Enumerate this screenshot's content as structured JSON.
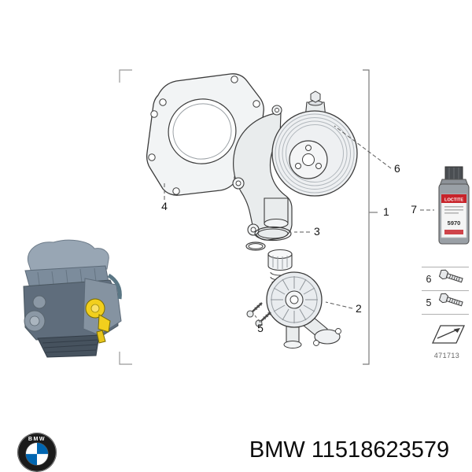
{
  "footer": {
    "brand": "BMW",
    "part_number": "11518623579",
    "logo_text": "BMW"
  },
  "diagram": {
    "callouts": [
      {
        "id": "1"
      },
      {
        "id": "2"
      },
      {
        "id": "3"
      },
      {
        "id": "4"
      },
      {
        "id": "5"
      },
      {
        "id": "6"
      },
      {
        "id": "7"
      }
    ]
  },
  "sealant": {
    "brand": "LOCTITE",
    "product": "5970"
  },
  "legend": {
    "rows": [
      {
        "id": "6",
        "icon": "hex-bolt-icon"
      },
      {
        "id": "5",
        "icon": "hex-bolt-icon"
      }
    ],
    "reference_icon": "cross-reference-diagram-icon",
    "drawing_number": "471713"
  },
  "colors": {
    "bmw_blue": "#0066B1",
    "highlight_yellow": "#f2cf1d",
    "loctite_red": "#c8242b",
    "line": "#3c3c3c"
  }
}
